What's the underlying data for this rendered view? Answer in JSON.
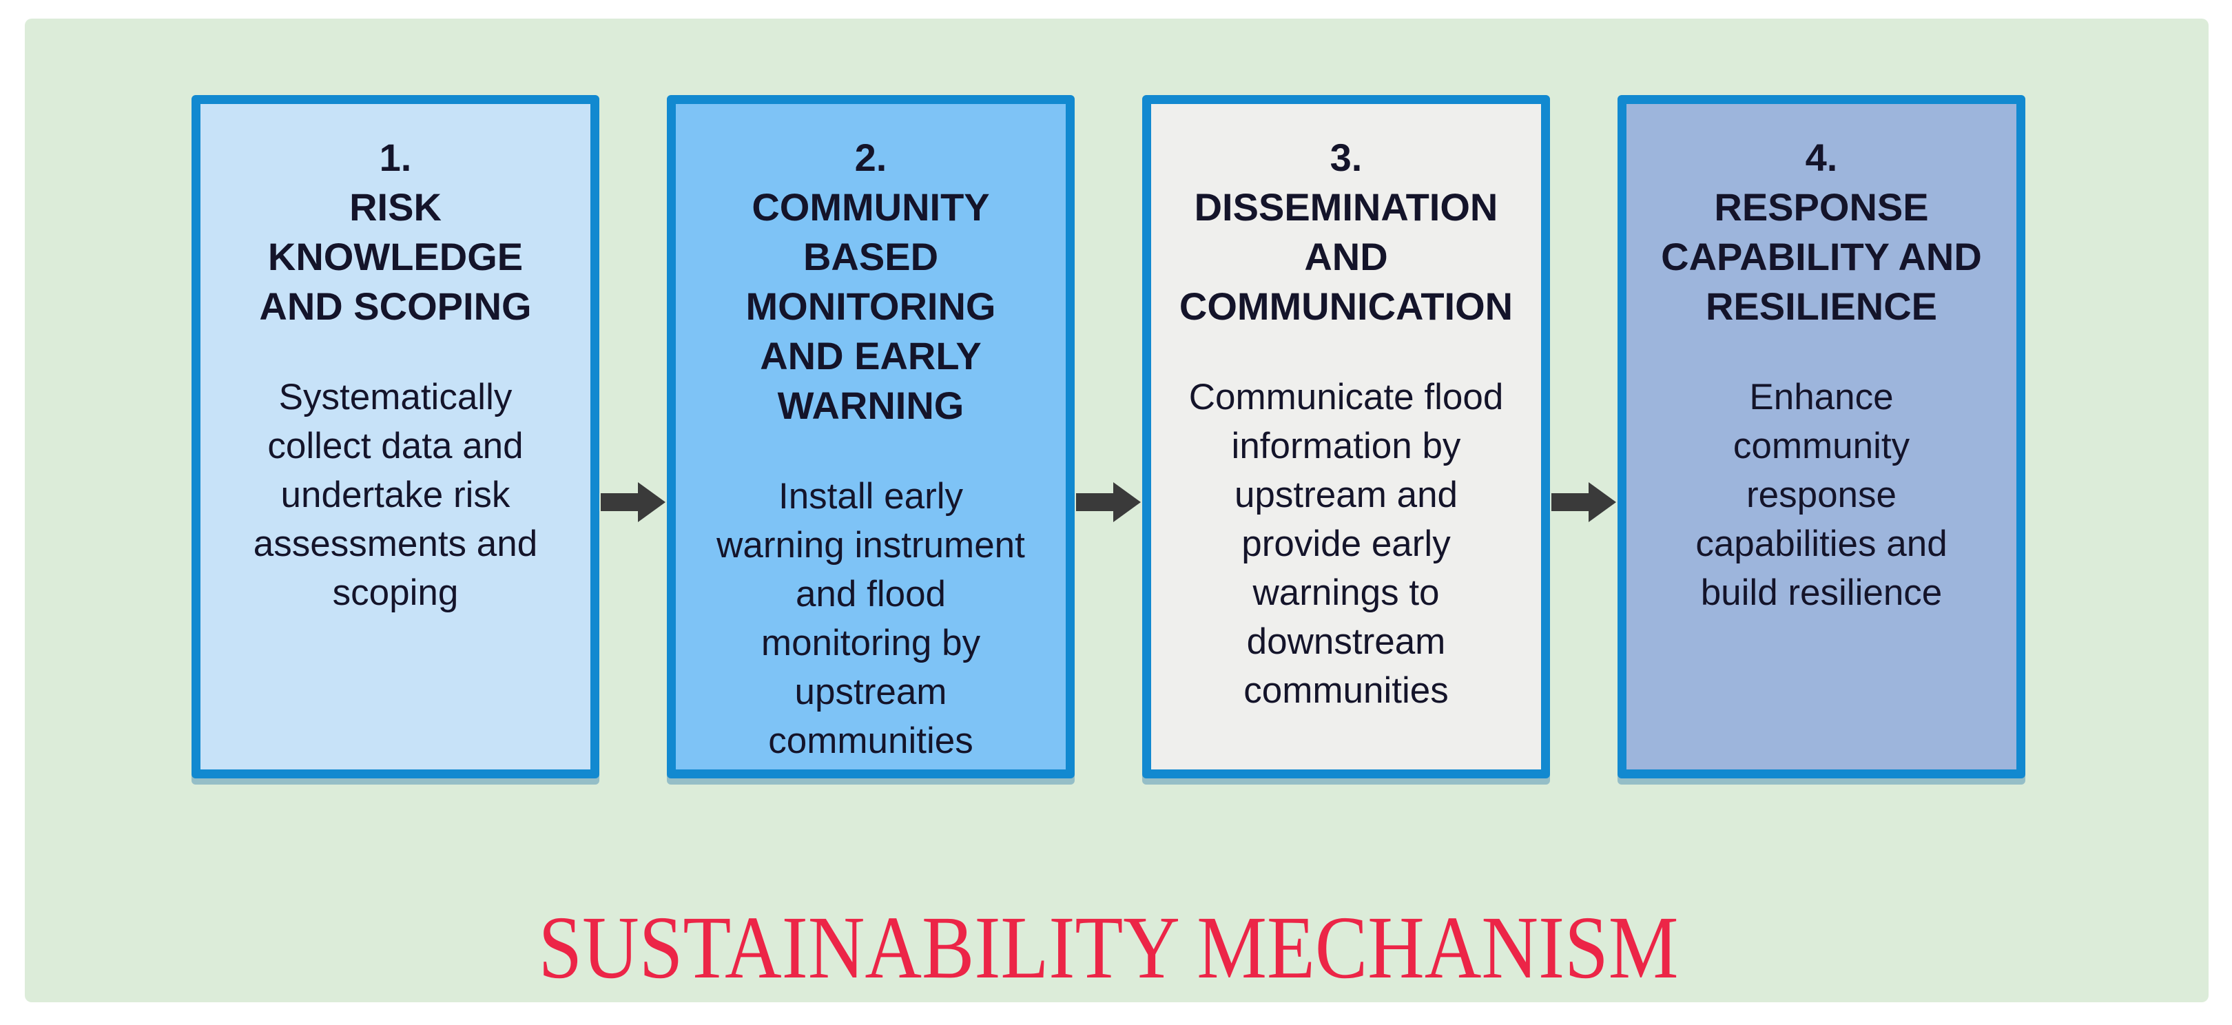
{
  "diagram": {
    "banner": {
      "label": "SUSTAINABILITY MECHANISM"
    },
    "steps": [
      {
        "number": "1.",
        "title": "RISK\nKNOWLEDGE\nAND SCOPING",
        "description": "Systematically\ncollect data and\nundertake risk\nassessments and\nscoping"
      },
      {
        "number": "2.",
        "title": "COMMUNITY\nBASED\nMONITORING\nAND EARLY\nWARNING",
        "description": "Install early\nwarning instrument\nand flood\nmonitoring by\nupstream\ncommunities"
      },
      {
        "number": "3.",
        "title": "DISSEMINATION\nAND\nCOMMUNICATION",
        "description": "Communicate flood\ninformation by\nupstream and\nprovide early\nwarnings to\ndownstream\ncommunities"
      },
      {
        "number": "4.",
        "title": "RESPONSE\nCAPABILITY AND\nRESILIENCE",
        "description": "Enhance\ncommunity\nresponse\ncapabilities and\nbuild resilience"
      }
    ],
    "colors": {
      "page_background": "#ffffff",
      "panel_green": "#dcecd9",
      "box_border_blue": "#1289d0",
      "step_fills": [
        "#c7e2f8",
        "#7ec3f6",
        "#efefed",
        "#9db5dc"
      ],
      "arrow_dark": "#3a3a3a",
      "banner_red": "#ec2547",
      "text_dark": "#14142a"
    }
  }
}
